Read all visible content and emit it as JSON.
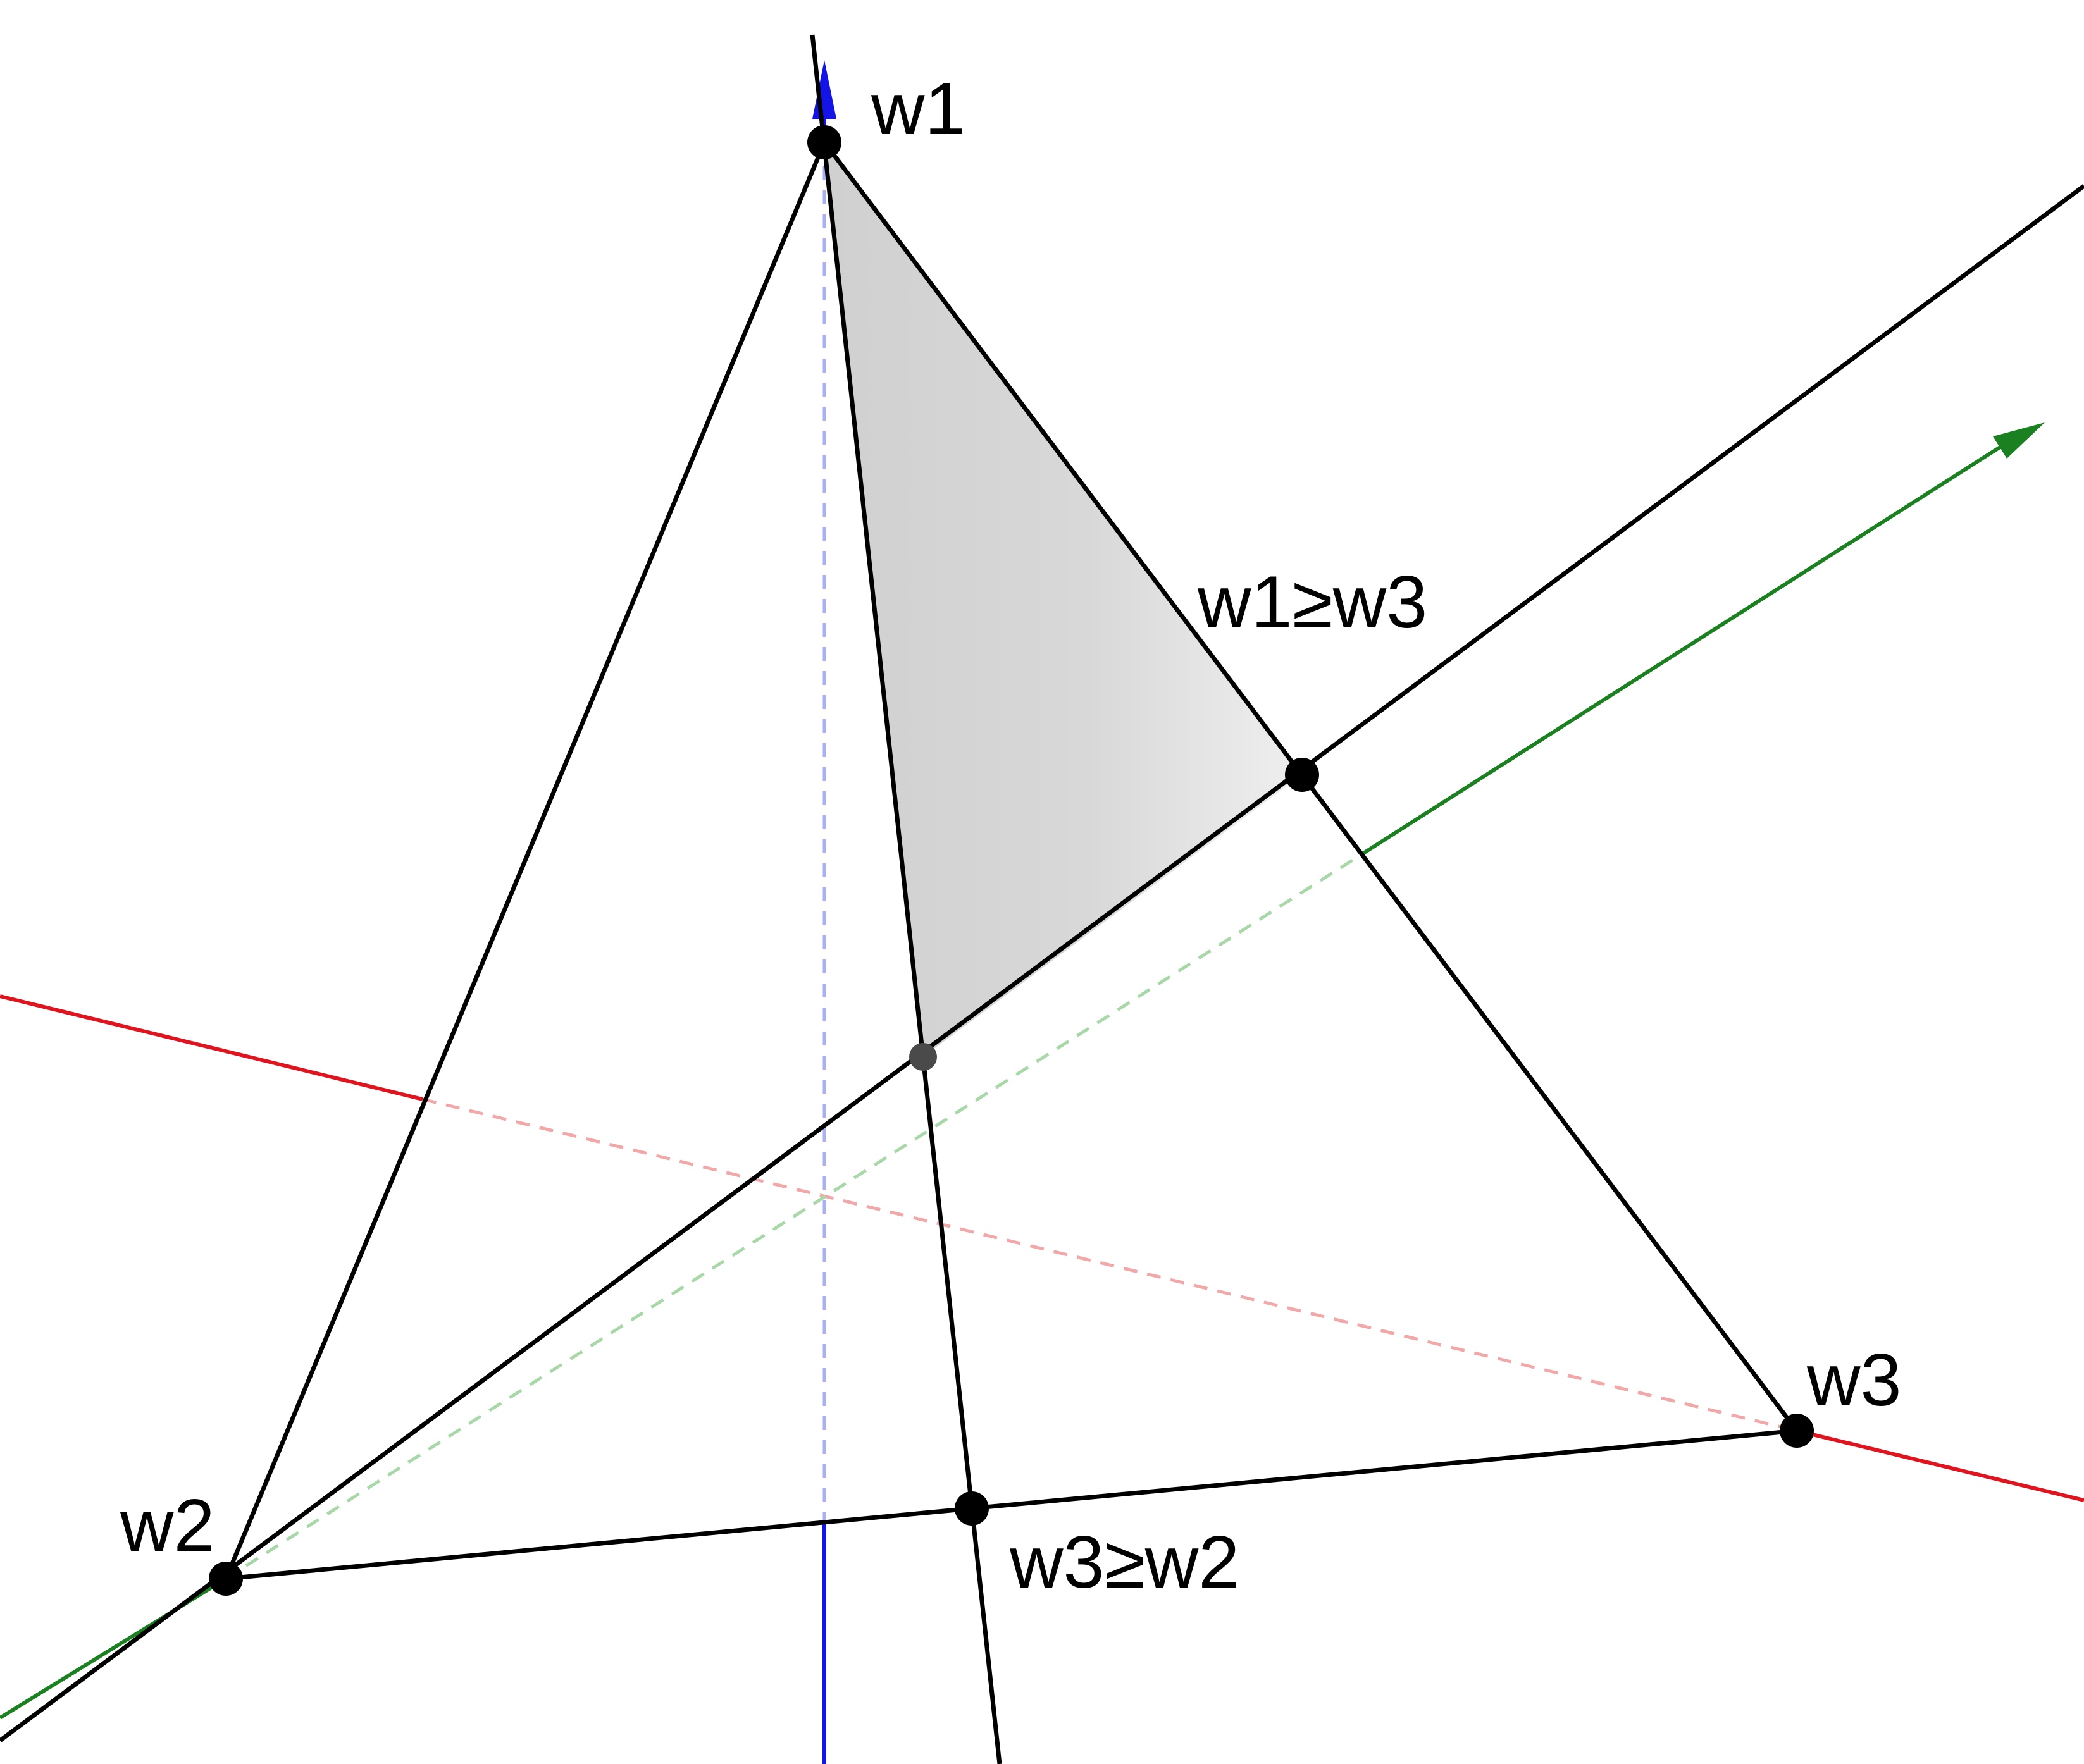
{
  "vertices": {
    "w1": "w1",
    "w2": "w2",
    "w3": "w3"
  },
  "constraints": {
    "w1_ge_w3": "w1≥w3",
    "w3_ge_w2": "w3≥w2"
  },
  "colors": {
    "triangle_edges": "#000000",
    "axis_w1": "#1414e6",
    "axis_w1_hidden": "#aab0f2",
    "axis_w2": "#e0141e",
    "axis_w2_hidden": "#f2a8a8",
    "axis_w3": "#1a8020",
    "axis_w3_hidden": "#a8d8a8",
    "region_fill_light": "#ececec",
    "region_fill_dark": "#cfcfcf",
    "point": "#000000",
    "point_hidden": "#4a4a4a"
  }
}
